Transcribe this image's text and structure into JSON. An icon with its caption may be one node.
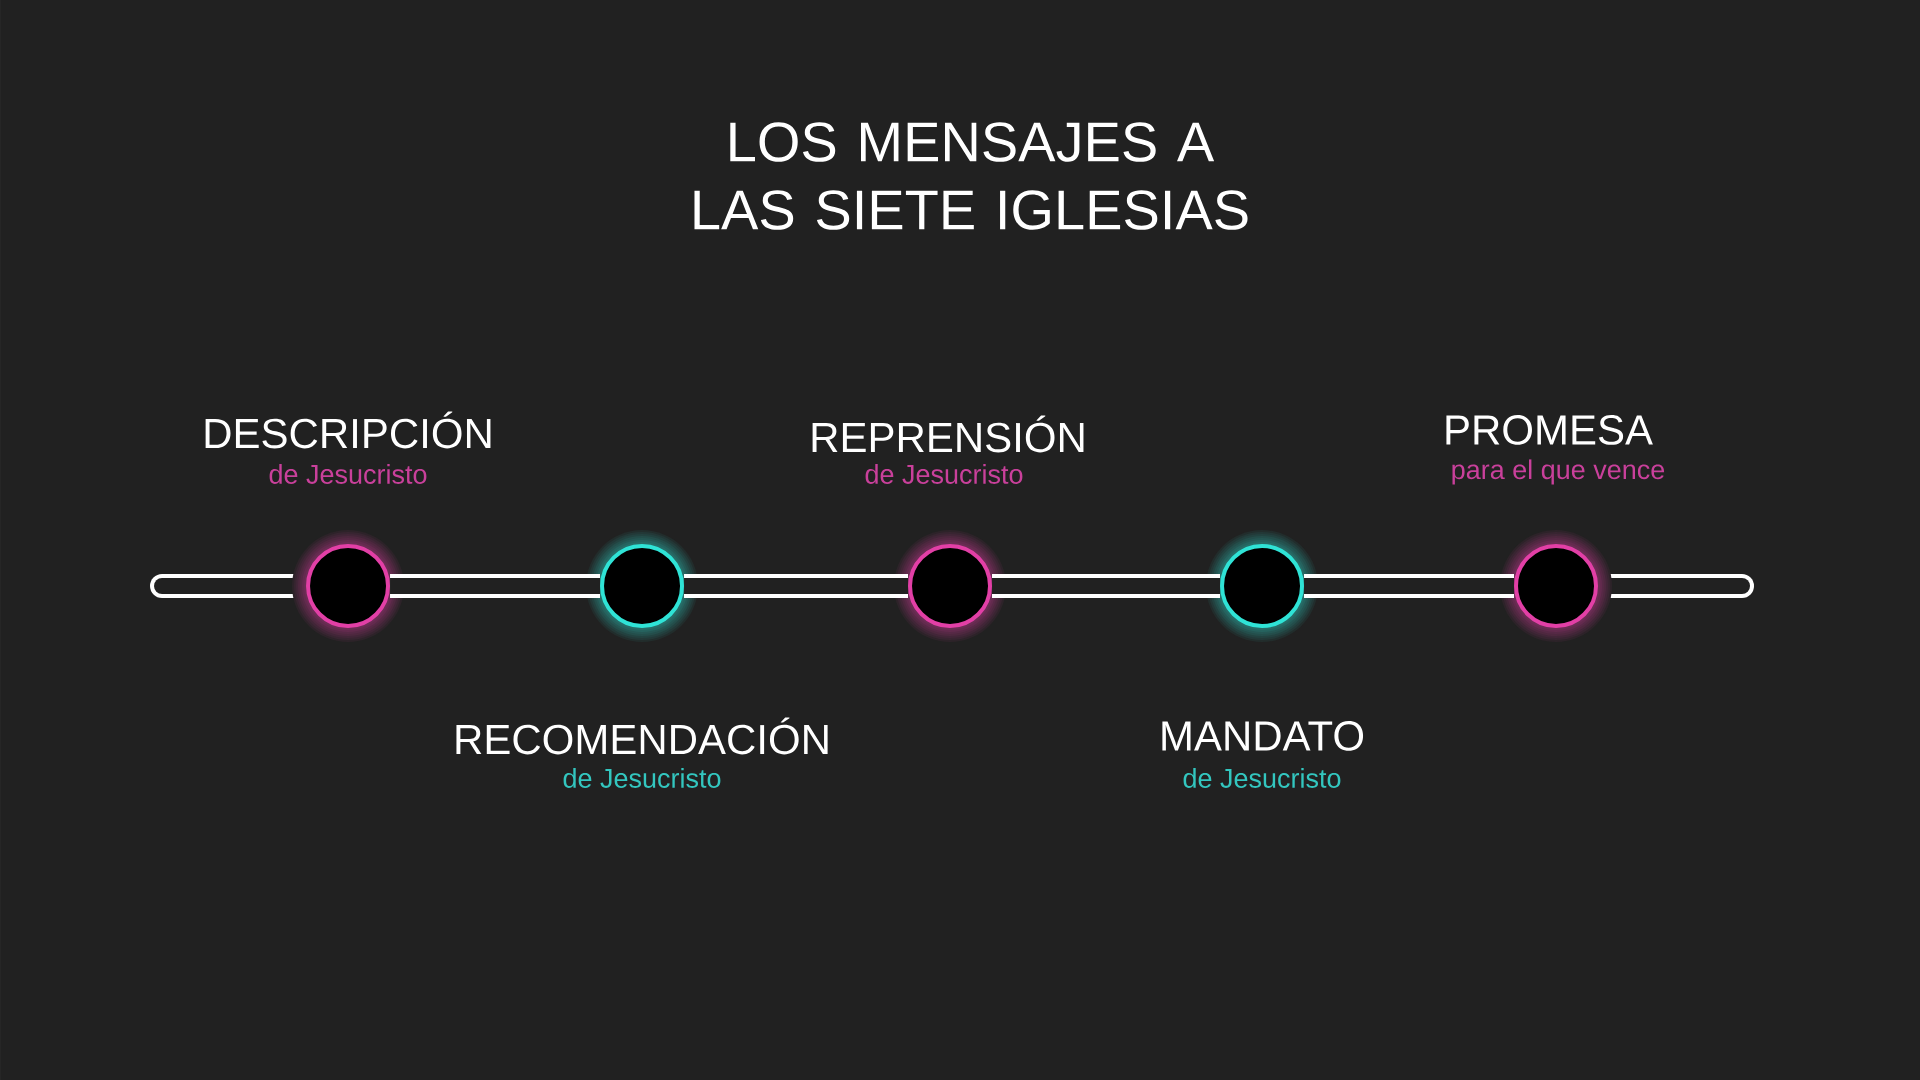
{
  "diagram": {
    "title": "LOS MENSAJES A LAS SIETE IGLESIAS",
    "nodes": [
      {
        "text": [],
        "shape": "circle",
        "beside": [
          "DESCRIPCIÓN",
          "de Jesucristo"
        ]
      },
      {
        "text": [],
        "shape": "circle",
        "beside": [
          "RECOMENDACIÓN",
          "de Jesucristo"
        ]
      },
      {
        "text": [],
        "shape": "circle",
        "beside": [
          "REPRENSIÓN",
          "de Jesucristo"
        ]
      },
      {
        "text": [],
        "shape": "circle",
        "beside": [
          "MANDATO",
          "de Jesucristo"
        ]
      },
      {
        "text": [],
        "shape": "circle",
        "beside": [
          "PROMESA",
          "para el que vence"
        ]
      }
    ],
    "edges": [
      {
        "from": 0,
        "to": 1,
        "arrow": "none"
      },
      {
        "from": 1,
        "to": 2,
        "arrow": "none"
      },
      {
        "from": 2,
        "to": 3,
        "arrow": "none"
      },
      {
        "from": 3,
        "to": 4,
        "arrow": "none"
      }
    ]
  }
}
